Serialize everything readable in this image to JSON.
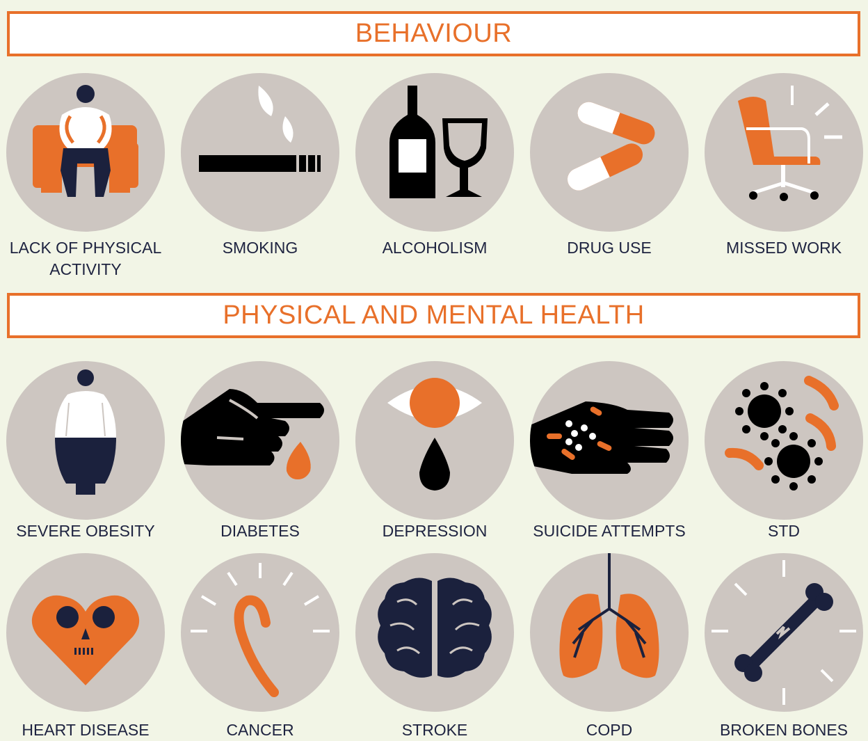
{
  "colors": {
    "accent": "#e8702a",
    "navy": "#1b213d",
    "circle": "#cdc6c1",
    "background": "#f2f5e6"
  },
  "sections": [
    {
      "title": "BEHAVIOUR",
      "items": [
        {
          "label": "LACK OF PHYSICAL ACTIVITY",
          "icon": "person-on-couch-icon"
        },
        {
          "label": "SMOKING",
          "icon": "cigarette-icon"
        },
        {
          "label": "ALCOHOLISM",
          "icon": "wine-bottle-glass-icon"
        },
        {
          "label": "DRUG USE",
          "icon": "pills-icon"
        },
        {
          "label": "MISSED WORK",
          "icon": "office-chair-icon"
        }
      ]
    },
    {
      "title": "PHYSICAL AND MENTAL HEALTH",
      "items": [
        {
          "label": "SEVERE OBESITY",
          "icon": "obese-person-icon"
        },
        {
          "label": "DIABETES",
          "icon": "finger-blood-drop-icon"
        },
        {
          "label": "DEPRESSION",
          "icon": "eye-tear-icon"
        },
        {
          "label": "SUICIDE ATTEMPTS",
          "icon": "hand-pills-icon"
        },
        {
          "label": "STD",
          "icon": "germs-icon"
        },
        {
          "label": "HEART DISEASE",
          "icon": "skull-heart-icon"
        },
        {
          "label": "CANCER",
          "icon": "cancer-ribbon-icon"
        },
        {
          "label": "STROKE",
          "icon": "brain-icon"
        },
        {
          "label": "COPD",
          "icon": "lungs-icon"
        },
        {
          "label": "BROKEN BONES",
          "icon": "broken-bone-icon"
        }
      ]
    }
  ]
}
